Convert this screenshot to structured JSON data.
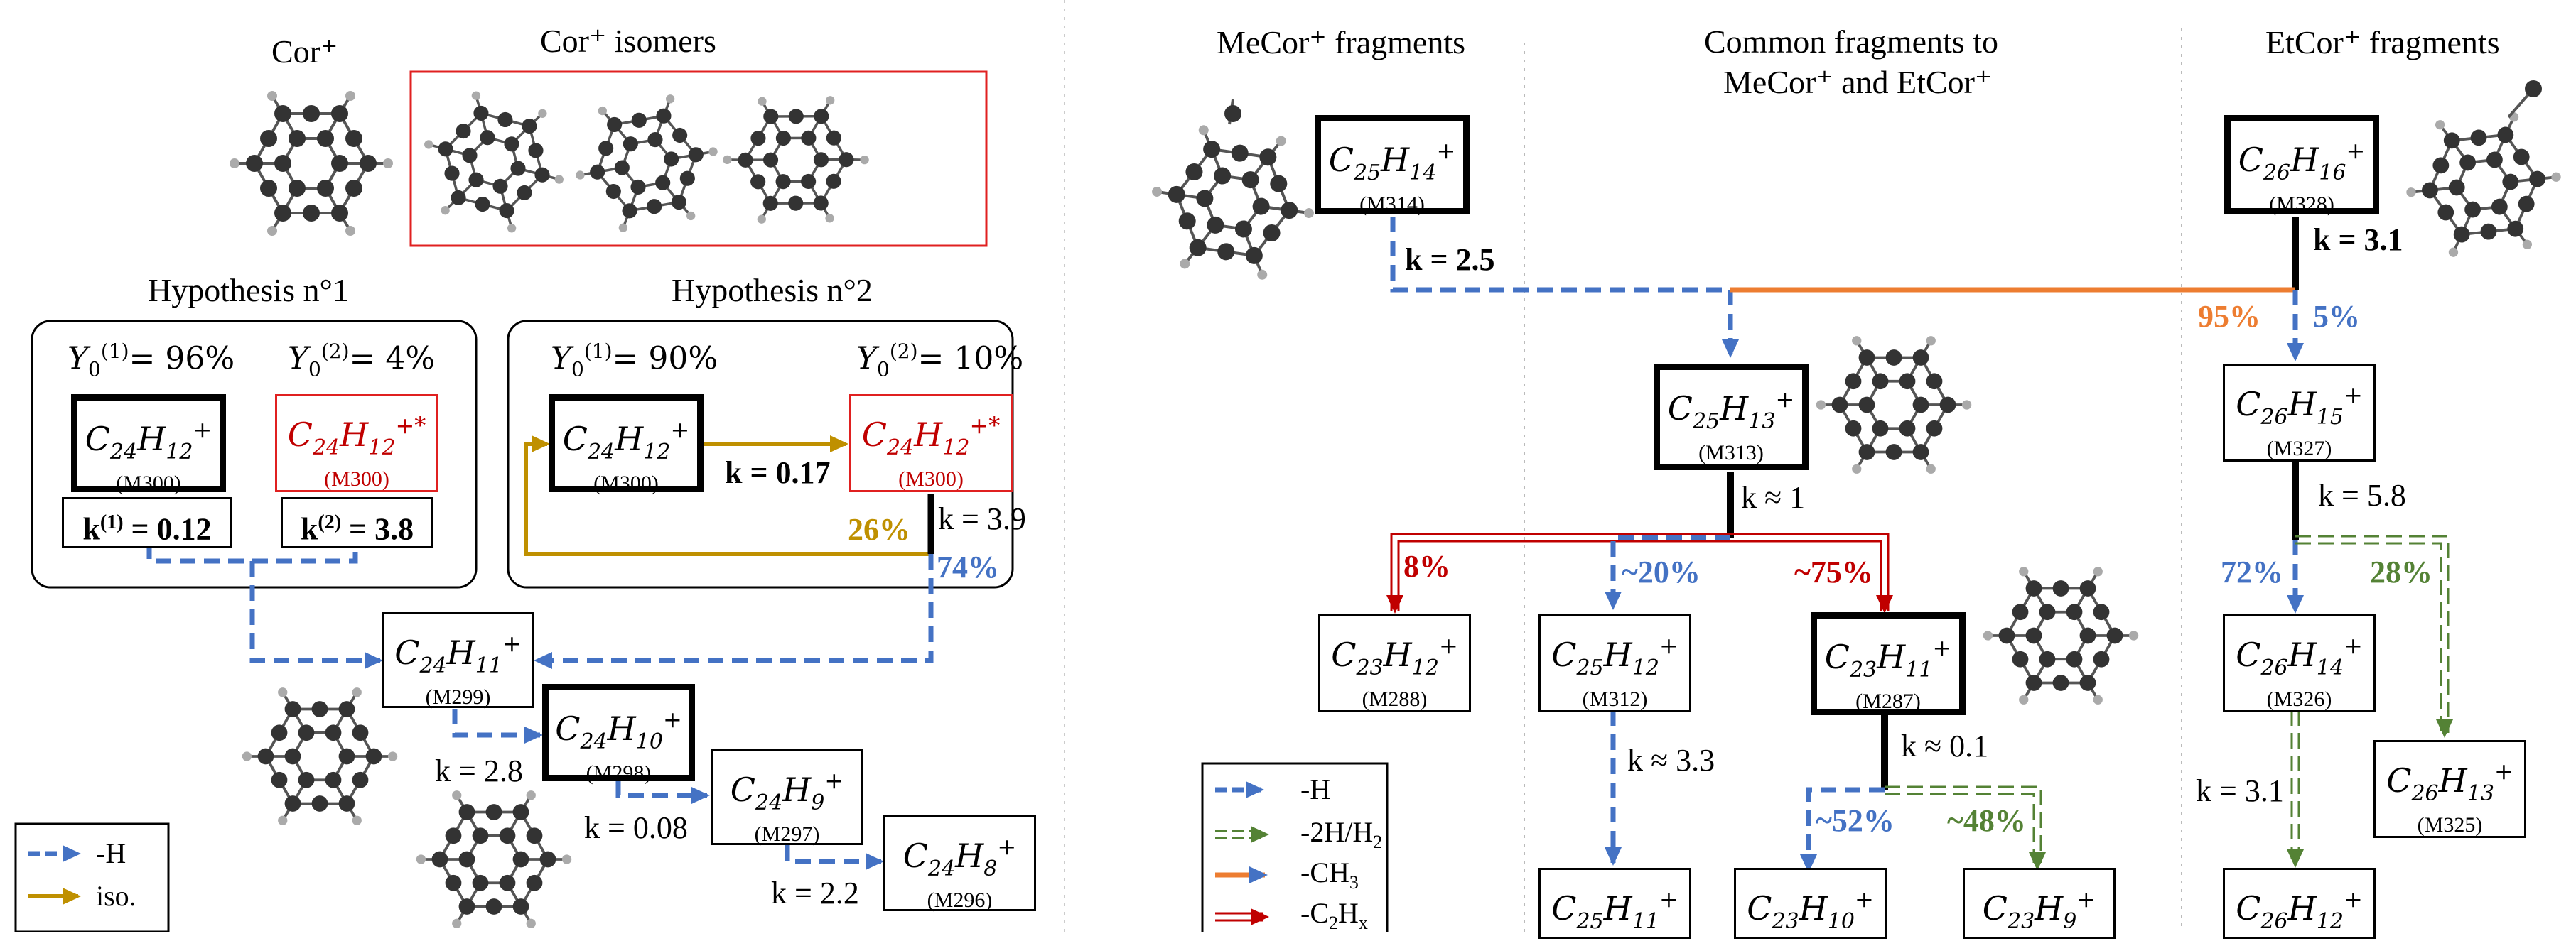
{
  "left": {
    "cor_label": "Cor⁺",
    "isomers_label": "Cor⁺ isomers",
    "hyp1": {
      "title": "Hypothesis n°1",
      "y1": "= 96%",
      "y2": "= 4%",
      "box1": {
        "formula_base": "C",
        "sub1": "24",
        "mid": "H",
        "sub2": "12",
        "charge": "+",
        "mass": "(M300)"
      },
      "box2": {
        "formula_base": "C",
        "sub1": "24",
        "mid": "H",
        "sub2": "12",
        "charge": "+*",
        "mass": "(M300)"
      },
      "k1_label": "k",
      "k1_sup": "(1)",
      "k1_value": "= 0.12",
      "k2_label": "k",
      "k2_sup": "(2)",
      "k2_value": "= 3.8"
    },
    "hyp2": {
      "title": "Hypothesis n°2",
      "y1": "= 90%",
      "y2": "= 10%",
      "box1": {
        "formula_base": "C",
        "sub1": "24",
        "mid": "H",
        "sub2": "12",
        "charge": "+",
        "mass": "(M300)"
      },
      "box2": {
        "formula_base": "C",
        "sub1": "24",
        "mid": "H",
        "sub2": "12",
        "charge": "+*",
        "mass": "(M300)"
      },
      "k_iso": "k = 0.17",
      "k_out": "k = 3.9",
      "pct_iso": "26%",
      "pct_h": "74%"
    },
    "m299": {
      "formula_base": "C",
      "sub1": "24",
      "mid": "H",
      "sub2": "11",
      "charge": "+",
      "mass": "(M299)"
    },
    "m298": {
      "formula_base": "C",
      "sub1": "24",
      "mid": "H",
      "sub2": "10",
      "charge": "+",
      "mass": "(M298)"
    },
    "m297": {
      "formula_base": "C",
      "sub1": "24",
      "mid": "H",
      "sub2": "9",
      "charge": "+",
      "mass": "(M297)"
    },
    "m296": {
      "formula_base": "C",
      "sub1": "24",
      "mid": "H",
      "sub2": "8",
      "charge": "+",
      "mass": "(M296)"
    },
    "k_299": "k = 2.8",
    "k_298": "k = 0.08",
    "k_297": "k = 2.2",
    "legend": {
      "h": "-H",
      "iso": "iso."
    }
  },
  "right": {
    "mecor_header": "MeCor⁺ fragments",
    "common_header_1": "Common fragments to",
    "common_header_2": "MeCor⁺ and EtCor⁺",
    "etcor_header": "EtCor⁺ fragments",
    "m314": {
      "formula_base": "C",
      "sub1": "25",
      "mid": "H",
      "sub2": "14",
      "charge": "+",
      "mass": "(M314)"
    },
    "m328": {
      "formula_base": "C",
      "sub1": "26",
      "mid": "H",
      "sub2": "16",
      "charge": "+",
      "mass": "(M328)"
    },
    "m313": {
      "formula_base": "C",
      "sub1": "25",
      "mid": "H",
      "sub2": "13",
      "charge": "+",
      "mass": "(M313)"
    },
    "m327": {
      "formula_base": "C",
      "sub1": "26",
      "mid": "H",
      "sub2": "15",
      "charge": "+",
      "mass": "(M327)"
    },
    "m288": {
      "formula_base": "C",
      "sub1": "23",
      "mid": "H",
      "sub2": "12",
      "charge": "+",
      "mass": "(M288)"
    },
    "m312": {
      "formula_base": "C",
      "sub1": "25",
      "mid": "H",
      "sub2": "12",
      "charge": "+",
      "mass": "(M312)"
    },
    "m287": {
      "formula_base": "C",
      "sub1": "23",
      "mid": "H",
      "sub2": "11",
      "charge": "+",
      "mass": "(M287)"
    },
    "m326": {
      "formula_base": "C",
      "sub1": "26",
      "mid": "H",
      "sub2": "14",
      "charge": "+",
      "mass": "(M326)"
    },
    "m325": {
      "formula_base": "C",
      "sub1": "26",
      "mid": "H",
      "sub2": "13",
      "charge": "+",
      "mass": "(M325)"
    },
    "b311": {
      "formula_base": "C",
      "sub1": "25",
      "mid": "H",
      "sub2": "11",
      "charge": "+"
    },
    "b286": {
      "formula_base": "C",
      "sub1": "23",
      "mid": "H",
      "sub2": "10",
      "charge": "+"
    },
    "b285": {
      "formula_base": "C",
      "sub1": "23",
      "mid": "H",
      "sub2": "9",
      "charge": "+"
    },
    "b324": {
      "formula_base": "C",
      "sub1": "26",
      "mid": "H",
      "sub2": "12",
      "charge": "+"
    },
    "k_314": "k = 2.5",
    "k_328": "k = 3.1",
    "k_313": "k ≈ 1",
    "k_327": "k = 5.8",
    "k_312": "k ≈ 3.3",
    "k_287": "k ≈ 0.1",
    "k_326": "k = 3.1",
    "p95": "95%",
    "p5": "5%",
    "p8": "8%",
    "p20": "~20%",
    "p75": "~75%",
    "p72": "72%",
    "p28": "28%",
    "p52": "~52%",
    "p48": "~48%",
    "legend": {
      "h": "-H",
      "h2": "-2H/H",
      "h2_sub": "2",
      "ch3": "-CH",
      "ch3_sub": "3",
      "c2hx": "-C",
      "c2hx_sub": "2",
      "c2hx_h": "H",
      "c2hx_x": "x"
    }
  },
  "colors": {
    "blue": "#4472c4",
    "orange": "#ed7d31",
    "red": "#c00000",
    "green": "#548235",
    "gold": "#bf9000",
    "box_red": "#e02020"
  }
}
